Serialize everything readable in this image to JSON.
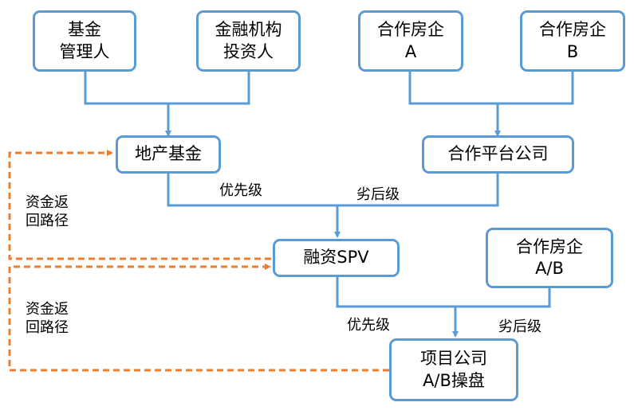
{
  "colors": {
    "box_border": "#5b9bd5",
    "flow_line": "#5b9bd5",
    "return_line": "#ed7d31"
  },
  "boxes": {
    "fund_manager": [
      "基金",
      "管理人"
    ],
    "financial_investor": [
      "金融机构",
      "投资人"
    ],
    "developer_a": [
      "合作房企",
      "A"
    ],
    "developer_b": [
      "合作房企",
      "B"
    ],
    "real_estate_fund": [
      "地产基金"
    ],
    "partner_platform": [
      "合作平台公司"
    ],
    "financing_spv": [
      "融资SPV"
    ],
    "developer_ab": [
      "合作房企",
      "A/B"
    ],
    "project_company": [
      "项目公司",
      "A/B操盘"
    ]
  },
  "labels": {
    "senior_1": "优先级",
    "junior_1": "劣后级",
    "senior_2": "优先级",
    "junior_2": "劣后级",
    "return_path_1": [
      "资金返",
      "回路径"
    ],
    "return_path_2": [
      "资金返",
      "回路径"
    ]
  }
}
